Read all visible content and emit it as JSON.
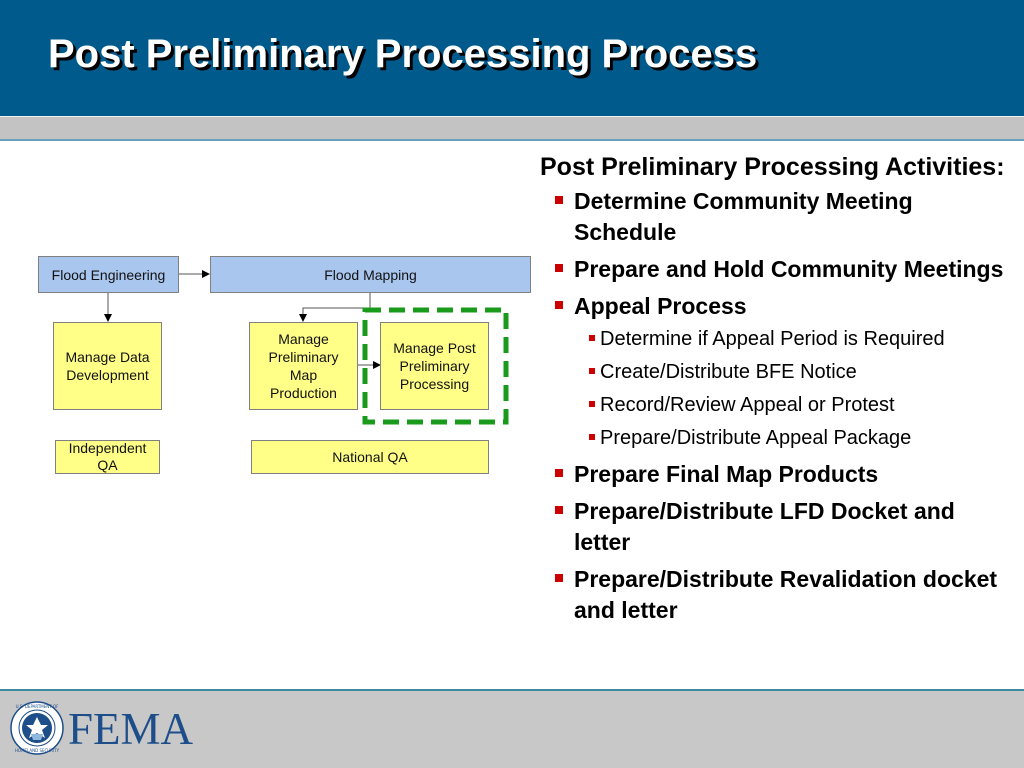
{
  "header": {
    "title": "Post Preliminary Processing Process"
  },
  "diagram": {
    "flood_engineering": "Flood Engineering",
    "flood_mapping": "Flood Mapping",
    "manage_data_development": "Manage Data Development",
    "manage_preliminary_map_production": "Manage Preliminary Map Production",
    "manage_post_preliminary_processing": "Manage Post Preliminary Processing",
    "independent_qa": "Independent QA",
    "national_qa": "National QA",
    "highlight_color": "#1a9a1a",
    "box_blue": "#a9c6ef",
    "box_yellow": "#ffff88"
  },
  "activities": {
    "title": "Post Preliminary Processing Activities:",
    "items": [
      {
        "label": "Determine Community Meeting Schedule"
      },
      {
        "label": "Prepare and Hold Community Meetings"
      },
      {
        "label": "Appeal Process",
        "sub": [
          "Determine if Appeal Period is Required",
          "Create/Distribute BFE Notice",
          "Record/Review Appeal or Protest",
          "Prepare/Distribute Appeal Package"
        ]
      },
      {
        "label": "Prepare Final Map Products"
      },
      {
        "label": "Prepare/Distribute LFD Docket and letter"
      },
      {
        "label": "Prepare/Distribute Revalidation docket and letter"
      }
    ],
    "bullet_color": "#cc0000"
  },
  "footer": {
    "logo_text": "FEMA",
    "seal_text": "U.S. DEPARTMENT OF HOMELAND SECURITY",
    "seal_icon": "dhs-seal-icon"
  },
  "colors": {
    "header": "#005a8b",
    "logo": "#1d4e89"
  }
}
